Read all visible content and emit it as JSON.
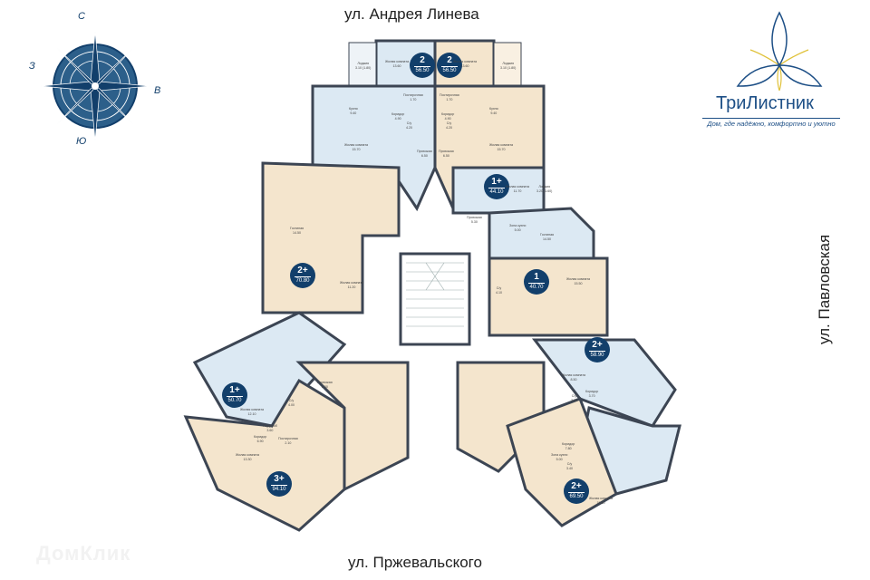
{
  "streets": {
    "top": "ул. Андрея Линева",
    "bottom": "ул. Пржевальского",
    "right": "ул. Павловская"
  },
  "compass": {
    "north": "С",
    "east": "В",
    "south": "Ю",
    "west": "З"
  },
  "logo": {
    "name": "ТриЛистник",
    "slogan": "Дом, где надёжно, комфортно и уютно"
  },
  "watermark": "ДомКлик",
  "colors": {
    "blue_apartment": "#dce9f3",
    "beige_apartment": "#f4e5cd",
    "wall": "#3c4553",
    "badge": "#123f6b"
  },
  "apartments": [
    {
      "rooms": "2",
      "area": "56.50"
    },
    {
      "rooms": "2",
      "area": "56.50"
    },
    {
      "rooms": "1+",
      "area": "44.10"
    },
    {
      "rooms": "2+",
      "area": "70.80"
    },
    {
      "rooms": "1",
      "area": "40.70"
    },
    {
      "rooms": "1+",
      "area": "50.70"
    },
    {
      "rooms": "3+",
      "area": "94.10"
    },
    {
      "rooms": "2+",
      "area": "58.90"
    },
    {
      "rooms": "2+",
      "area": "69.50"
    }
  ],
  "rooms": [
    {
      "name": "Жилая комната",
      "area": "13.60"
    },
    {
      "name": "Жилая комната",
      "area": "13.60"
    },
    {
      "name": "Лоджия",
      "area": "3.10 (1.80)"
    },
    {
      "name": "Лоджия",
      "area": "3.10 (1.80)"
    },
    {
      "name": "Кухня",
      "area": "9.40"
    },
    {
      "name": "Кухня",
      "area": "9.40"
    },
    {
      "name": "Постирочная",
      "area": "1.70"
    },
    {
      "name": "Постирочная",
      "area": "1.70"
    },
    {
      "name": "Коридор",
      "area": "4.90"
    },
    {
      "name": "Коридор",
      "area": "4.90"
    },
    {
      "name": "С/у",
      "area": "4.20"
    },
    {
      "name": "С/у",
      "area": "4.20"
    },
    {
      "name": "Жилая комната",
      "area": "15.70"
    },
    {
      "name": "Жилая комната",
      "area": "15.70"
    },
    {
      "name": "Прихожая",
      "area": "6.50"
    },
    {
      "name": "Прихожая",
      "area": "6.50"
    },
    {
      "name": "Жилая комната",
      "area": "11.70"
    },
    {
      "name": "Лоджия",
      "area": "3.20 (1.60)"
    },
    {
      "name": "Прихожая",
      "area": "5.30"
    },
    {
      "name": "Зона кухни",
      "area": "5.00"
    },
    {
      "name": "Гостиная",
      "area": "14.50"
    },
    {
      "name": "С/у",
      "area": "4.10"
    },
    {
      "name": "Жилая комната",
      "area": "15.50"
    },
    {
      "name": "Жилая комната",
      "area": "11.20"
    },
    {
      "name": "Гостиная",
      "area": "14.50"
    },
    {
      "name": "Жилая комната",
      "area": "12.10"
    },
    {
      "name": "Гардероб",
      "area": "3.60"
    },
    {
      "name": "С/у",
      "area": "4.00"
    },
    {
      "name": "Коридор",
      "area": "6.90"
    },
    {
      "name": "Постирочная",
      "area": "2.10"
    },
    {
      "name": "Жилая комната",
      "area": "13.30"
    },
    {
      "name": "Прихожая",
      "area": "5.00"
    },
    {
      "name": "Жилая комната",
      "area": "8.50"
    },
    {
      "name": "Коридор",
      "area": "3.70"
    },
    {
      "name": "С/у",
      "area": "3.90"
    },
    {
      "name": "Зона кухни",
      "area": "5.00"
    },
    {
      "name": "Коридор",
      "area": "7.80"
    },
    {
      "name": "С/у",
      "area": "3.40"
    },
    {
      "name": "Жилая комната",
      "area": "15.60"
    }
  ]
}
